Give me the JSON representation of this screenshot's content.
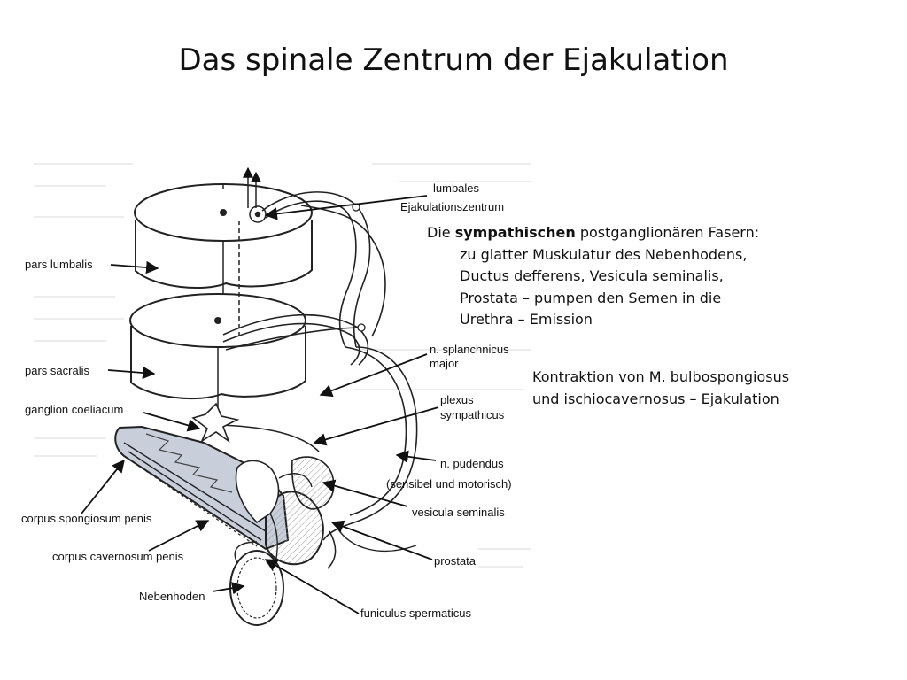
{
  "slide": {
    "title": "Das spinale Zentrum der Ejakulation"
  },
  "labels": {
    "lumbales_1": "lumbales",
    "lumbales_2": "Ejakulationszentrum",
    "pars_lumbalis": "pars lumbalis",
    "pars_sacralis": "pars sacralis",
    "splanchnicus_1": "n. splanchnicus",
    "splanchnicus_2": "major",
    "ganglion": "ganglion coeliacum",
    "plexus_1": "plexus",
    "plexus_2": "sympathicus",
    "pudendus_1": "n. pudendus",
    "pudendus_2": "(sensibel und motorisch)",
    "vesicula": "vesicula seminalis",
    "spongiosum": "corpus spongiosum penis",
    "prostata": "prostata",
    "cavernosum": "corpus cavernosum penis",
    "nebenhoden": "Nebenhoden",
    "funiculus": "funiculus spermaticus"
  },
  "note1": {
    "prefix": "Die ",
    "bold": "sympathischen",
    "suffix": " postganglionären Fasern:",
    "lines": [
      "zu glatter Muskulatur des Nebenhodens,",
      "Ductus defferens, Vesicula seminalis,",
      "Prostata – pumpen den Semen in die",
      "Urethra – Emission"
    ]
  },
  "note2": {
    "lines": [
      "Kontraktion von M. bulbospongiosus",
      "und ischiocavernosus – Ejakulation"
    ]
  }
}
